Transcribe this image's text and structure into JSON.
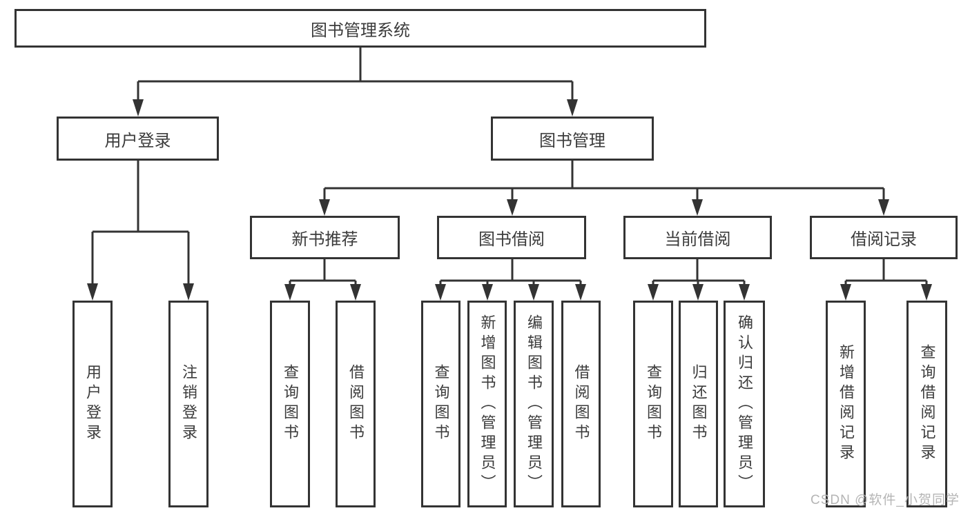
{
  "watermark": "CSDN @软件_小贺同学",
  "tree": {
    "root": {
      "label": "图书管理系统",
      "children": [
        {
          "label": "用户登录",
          "children": [
            {
              "label": "用户登录"
            },
            {
              "label": "注销登录"
            }
          ]
        },
        {
          "label": "图书管理",
          "children": [
            {
              "label": "新书推荐",
              "children": [
                {
                  "label": "查询图书"
                },
                {
                  "label": "借阅图书"
                }
              ]
            },
            {
              "label": "图书借阅",
              "children": [
                {
                  "label": "查询图书"
                },
                {
                  "label": "新增图书（管理员）"
                },
                {
                  "label": "编辑图书（管理员）"
                },
                {
                  "label": "借阅图书"
                }
              ]
            },
            {
              "label": "当前借阅",
              "children": [
                {
                  "label": "查询图书"
                },
                {
                  "label": "归还图书"
                },
                {
                  "label": "确认归还（管理员）"
                }
              ]
            },
            {
              "label": "借阅记录",
              "children": [
                {
                  "label": "新增借阅记录"
                },
                {
                  "label": "查询借阅记录"
                }
              ]
            }
          ]
        }
      ]
    }
  },
  "colors": {
    "line": "#333333",
    "text": "#3b3b3b",
    "watermark": "#b5b5b5"
  }
}
